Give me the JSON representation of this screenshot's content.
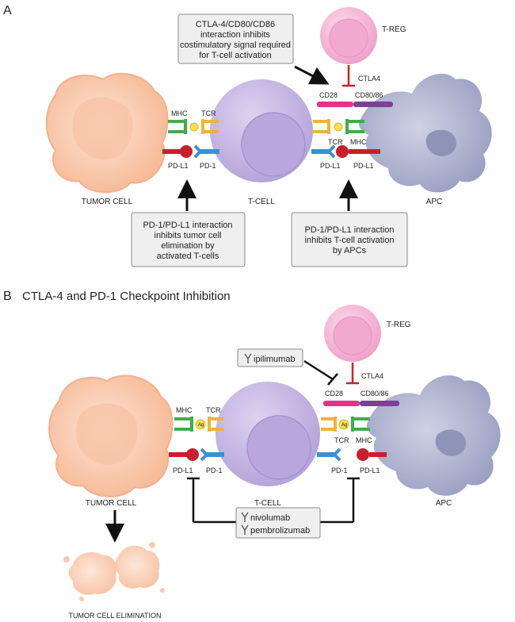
{
  "panel_a": {
    "letter": "A",
    "cells": {
      "tumor": "TUMOR CELL",
      "tcell": "T-CELL",
      "apc": "APC",
      "treg": "T-REG"
    },
    "labels": {
      "mhc_left": "MHC",
      "tcr_left": "TCR",
      "pdl1_left": "PD-L1",
      "pd1_left": "PD-1",
      "ctla4": "CTLA4",
      "cd28": "CD28",
      "cd80_86": "CD80/86",
      "tcr_right": "TCR",
      "mhc_right": "MHC",
      "pdl1_right_a": "PD-L1",
      "pdl1_right_b": "PD-L1"
    },
    "boxes": {
      "ctla4_box": [
        "CTLA-4/CD80/CD86",
        "interaction inhibits",
        "costimulatory signal required",
        "for T-cell activation"
      ],
      "pd1_tumor_box": [
        "PD-1/PD-L1 interaction",
        "inhibits tumor cell",
        "elimination by",
        "activated T-cells"
      ],
      "pd1_apc_box": [
        "PD-1/PD-L1 interaction",
        "inhibits T-cell activation",
        "by APCs"
      ]
    }
  },
  "panel_b": {
    "letter": "B",
    "title": "CTLA-4 and PD-1 Checkpoint Inhibition",
    "cells": {
      "tumor": "TUMOR CELL",
      "tcell": "T-CELL",
      "apc": "APC",
      "treg": "T-REG",
      "elimination": "TUMOR CELL ELIMINATION"
    },
    "labels": {
      "mhc_left": "MHC",
      "tcr_left": "TCR",
      "pdl1_left": "PD-L1",
      "pd1_left": "PD-1",
      "ctla4": "CTLA4",
      "cd28": "CD28",
      "cd80_86": "CD80/86",
      "tcr_right": "TCR",
      "mhc_right": "MHC",
      "pd1_right": "PD-1",
      "pdl1_right": "PD-L1",
      "ag_left": "Ag",
      "ag_right": "Ag"
    },
    "drugs": {
      "ipilimumab": "ipilimumab",
      "nivolumab": "nivolumab",
      "pembrolizumab": "pembrolizumab"
    }
  },
  "colors": {
    "tumor": "#f9c9b0",
    "tcell": "#c8b8e4",
    "apc": "#b4b8d2",
    "treg": "#f2b8d6",
    "mhc": "#3fae49",
    "tcr": "#f0b23c",
    "pd1": "#3e8fd0",
    "pdl1": "#c8202a",
    "cd28": "#e6338a",
    "cd80": "#7d3f98"
  }
}
